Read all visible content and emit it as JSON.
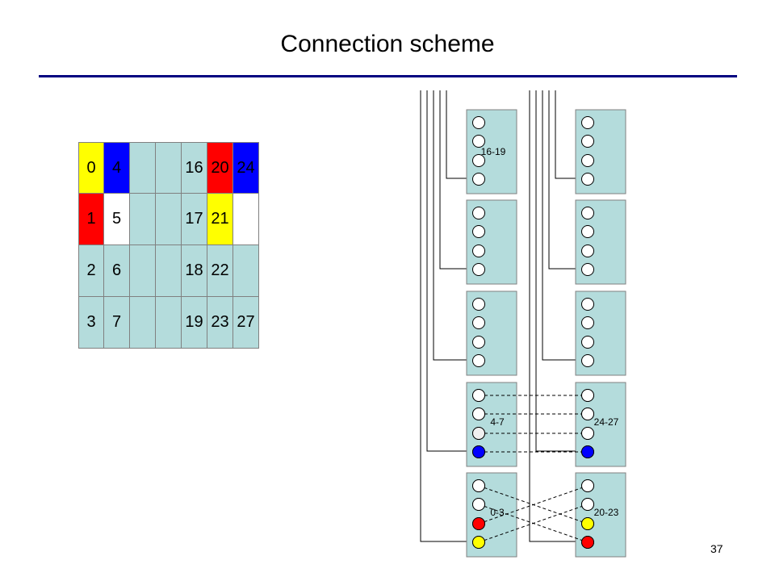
{
  "slide": {
    "title": "Connection scheme",
    "page_number": "37"
  },
  "colors": {
    "title_rule": "#000080",
    "board_fill": "#b4dcdc",
    "yellow": "#ffff00",
    "blue": "#0000ff",
    "red": "#ff0000",
    "white": "#ffffff",
    "light_gray": "#f0f0f0"
  },
  "grid": {
    "columns": [
      [
        "0",
        "1",
        "2",
        "3"
      ],
      [
        "4",
        "5",
        "6",
        "7"
      ],
      [
        "",
        "",
        "",
        ""
      ],
      [
        "",
        "",
        "",
        ""
      ],
      [
        "16",
        "17",
        "18",
        "19"
      ],
      [
        "20",
        "21",
        "22",
        "23"
      ],
      [
        "24",
        "",
        "",
        "27"
      ]
    ],
    "fills": [
      [
        "yellow",
        "red",
        "board_fill",
        "board_fill"
      ],
      [
        "blue",
        "white",
        "board_fill",
        "board_fill"
      ],
      [
        "board_fill",
        "board_fill",
        "board_fill",
        "board_fill"
      ],
      [
        "board_fill",
        "board_fill",
        "board_fill",
        "board_fill"
      ],
      [
        "board_fill",
        "board_fill",
        "board_fill",
        "board_fill"
      ],
      [
        "red",
        "yellow",
        "board_fill",
        "board_fill"
      ],
      [
        "blue",
        "white",
        "board_fill",
        "board_fill"
      ]
    ]
  },
  "boards": {
    "left": [
      {
        "label": "16-19",
        "circles": [
          "empty",
          "empty",
          "empty",
          "empty"
        ]
      },
      {
        "label": "",
        "circles": [
          "empty",
          "empty",
          "empty",
          "empty"
        ]
      },
      {
        "label": "",
        "circles": [
          "empty",
          "empty",
          "empty",
          "empty"
        ]
      },
      {
        "label": "4-7",
        "circles": [
          "empty",
          "empty",
          "light_gray",
          "blue"
        ]
      },
      {
        "label": "0-3",
        "circles": [
          "empty",
          "empty",
          "red",
          "yellow"
        ]
      }
    ],
    "right": [
      {
        "label": "",
        "circles": [
          "empty",
          "empty",
          "empty",
          "empty"
        ]
      },
      {
        "label": "",
        "circles": [
          "empty",
          "empty",
          "empty",
          "empty"
        ]
      },
      {
        "label": "",
        "circles": [
          "empty",
          "empty",
          "empty",
          "empty"
        ]
      },
      {
        "label": "24-27",
        "circles": [
          "empty",
          "empty",
          "white",
          "blue"
        ]
      },
      {
        "label": "20-23",
        "circles": [
          "empty",
          "empty",
          "yellow",
          "red"
        ]
      }
    ]
  }
}
